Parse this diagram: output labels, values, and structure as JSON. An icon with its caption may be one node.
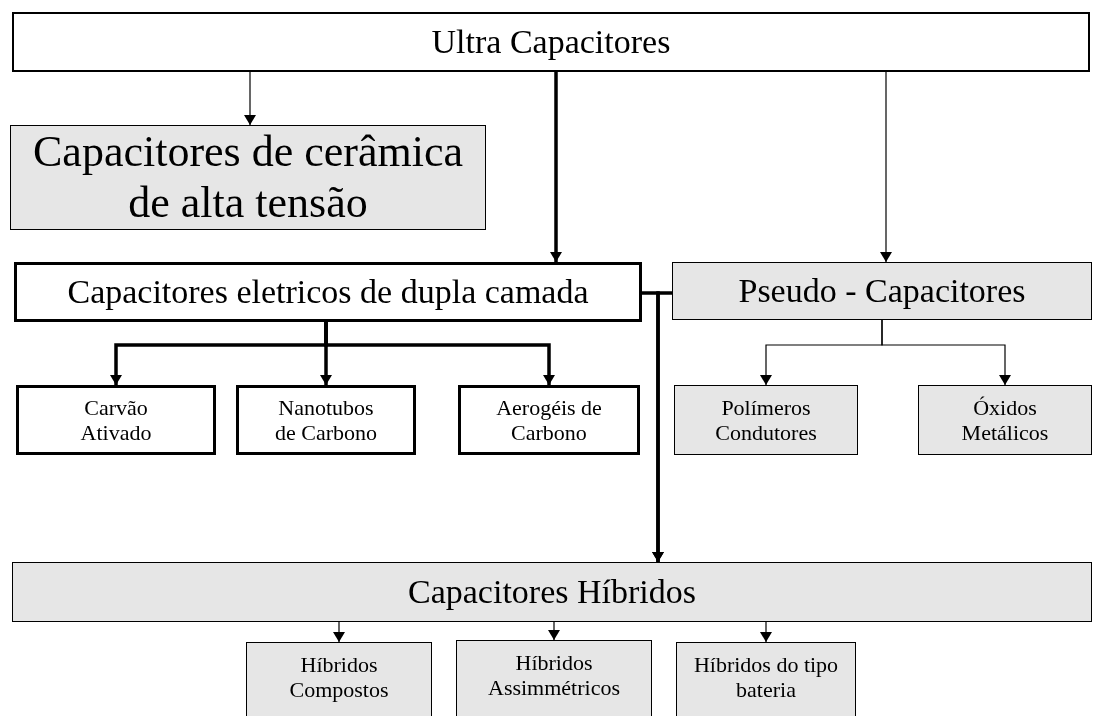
{
  "diagram": {
    "nodes": [
      {
        "text": [
          "Ultra Capacitores"
        ]
      },
      {
        "text": [
          "Capacitores de cerâmica de alta tensão"
        ]
      },
      {
        "text": [
          "Capacitores eletricos de dupla camada"
        ]
      },
      {
        "text": [
          "Pseudo - Capacitores"
        ]
      },
      {
        "text": [
          "Carvão Ativado"
        ]
      },
      {
        "text": [
          "Nanotubos de Carbono"
        ]
      },
      {
        "text": [
          "Aerogéis de Carbono"
        ]
      },
      {
        "text": [
          "Polímeros Condutores"
        ]
      },
      {
        "text": [
          "Óxidos Metálicos"
        ]
      },
      {
        "text": [
          "Capacitores Híbridos"
        ]
      },
      {
        "text": [
          "Híbridos Compostos"
        ]
      },
      {
        "text": [
          "Híbridos Assimmétricos"
        ]
      },
      {
        "text": [
          "Híbridos do tipo bateria"
        ]
      }
    ],
    "edges": [
      {
        "from": 0,
        "to": 1,
        "arrow": "to"
      },
      {
        "from": 0,
        "to": 2,
        "arrow": "to",
        "style": "thick"
      },
      {
        "from": 0,
        "to": 3,
        "arrow": "to"
      },
      {
        "from": 2,
        "to": 4,
        "arrow": "to",
        "style": "thick"
      },
      {
        "from": 2,
        "to": 5,
        "arrow": "to",
        "style": "thick"
      },
      {
        "from": 2,
        "to": 6,
        "arrow": "to",
        "style": "thick"
      },
      {
        "from": 3,
        "to": 7,
        "arrow": "to"
      },
      {
        "from": 3,
        "to": 8,
        "arrow": "to"
      },
      {
        "from": 2,
        "to": 9,
        "arrow": "to",
        "style": "thick"
      },
      {
        "from": 3,
        "to": 9,
        "arrow": "to",
        "style": "thick"
      },
      {
        "from": 9,
        "to": 10,
        "arrow": "to"
      },
      {
        "from": 9,
        "to": 11,
        "arrow": "to"
      },
      {
        "from": 9,
        "to": 12,
        "arrow": "to"
      }
    ]
  }
}
